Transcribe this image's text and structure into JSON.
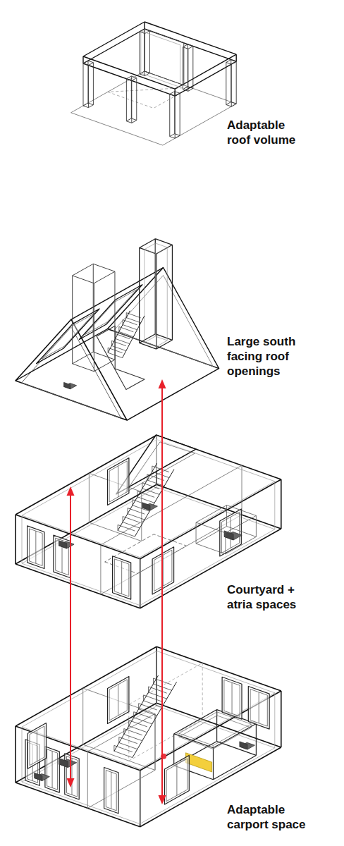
{
  "diagram": {
    "labels": [
      "Adaptable roof volume",
      "Large south facing roof openings",
      "Courtyard + atria spaces",
      "Adaptable carport space"
    ]
  }
}
